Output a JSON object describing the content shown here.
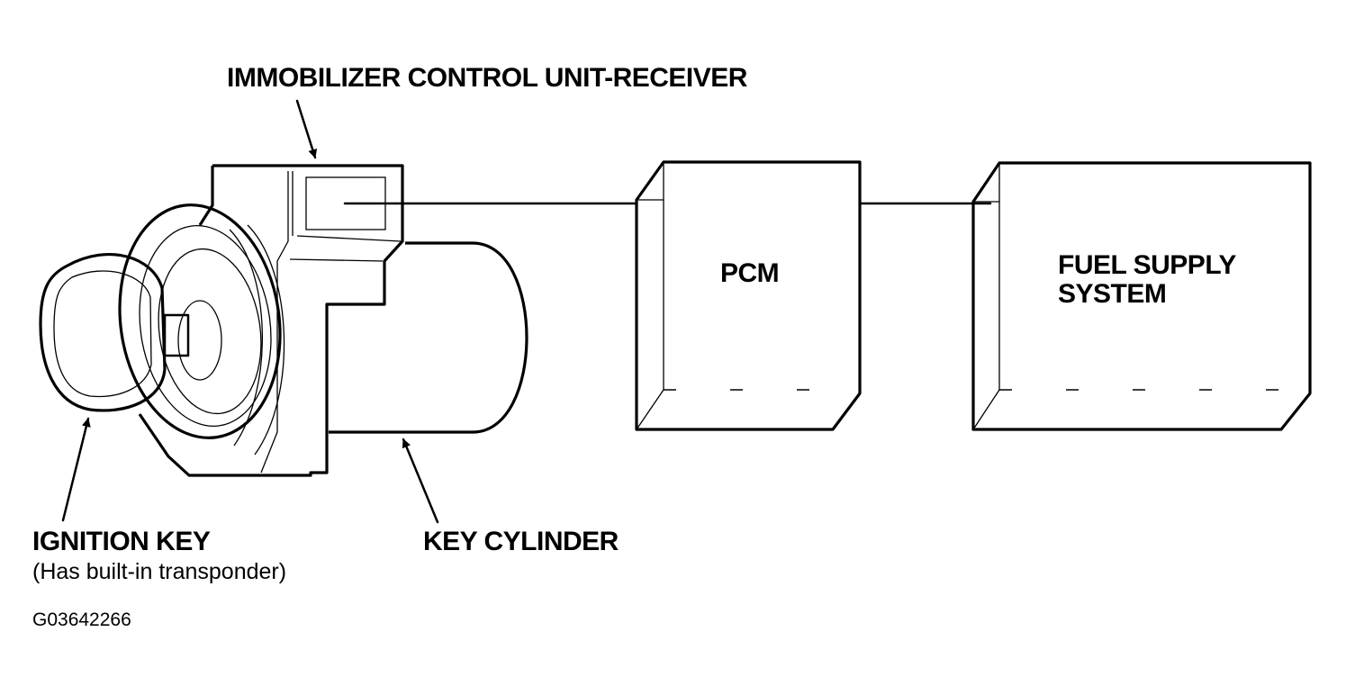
{
  "labels": {
    "immobilizer": "IMMOBILIZER CONTROL UNIT-RECEIVER",
    "pcm": "PCM",
    "fuel_line1": "FUEL SUPPLY",
    "fuel_line2": "SYSTEM",
    "ignition_key": "IGNITION KEY",
    "ignition_key_note": "(Has built-in transponder)",
    "key_cylinder": "KEY CYLINDER",
    "figure_id": "G03642266"
  }
}
